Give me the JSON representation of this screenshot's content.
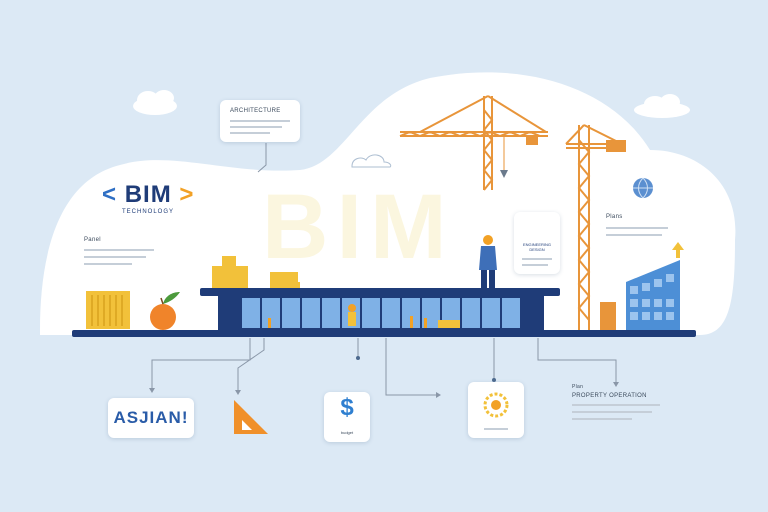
{
  "background_color": "#dce9f5",
  "accent_colors": {
    "navy": "#1f3c78",
    "orange": "#f0902a",
    "blue": "#4d8fd6",
    "yellow": "#f2c13a"
  },
  "watermark": "BIM",
  "logo": {
    "open_bracket": "<",
    "text": "BIM",
    "close_bracket": ">",
    "subtitle": "TECHNOLOGY"
  },
  "top_callout": {
    "title": "ARCHITECTURE"
  },
  "left_info": {
    "heading": "Panel"
  },
  "right_info": {
    "heading": "Plans"
  },
  "center_card": {
    "title": "ENGINEERING DESIGN"
  },
  "bottom": {
    "asian_label": "ASJIAN!",
    "dollar_symbol": "$",
    "dollar_caption": "budget",
    "bottom_right_title": "Plan",
    "bottom_right_subtitle": "PROPERTY OPERATION"
  },
  "icons": [
    "cloud-icon",
    "crane-icon",
    "apple-icon",
    "triangle-ruler-icon",
    "dollar-icon",
    "gear-network-icon",
    "globe-icon",
    "building-icon",
    "worker-icon",
    "hook-icon",
    "arrow-up-icon"
  ]
}
